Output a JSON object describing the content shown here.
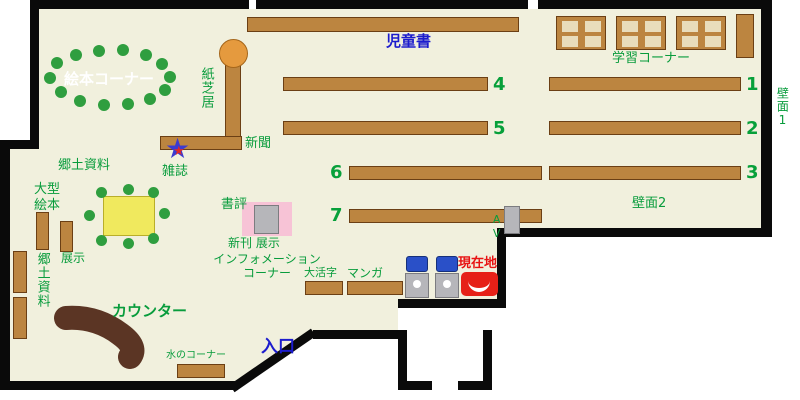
{
  "map": {
    "areas": {
      "children_books": "児童書",
      "study_corner": "学習コーナー",
      "picture_book_corner": "絵本コーナー",
      "kamishibai": "紙芝居",
      "newspaper": "新聞",
      "local_materials_top": "郷土資料",
      "magazines": "雑誌",
      "large_picture_books": "大型\n絵本",
      "exhibit": "展示",
      "local_materials_left": "郷土資料",
      "book_reviews": "書評",
      "new_books_exhibit": "新刊 展示",
      "information_corner": "インフォメーション\nコーナー",
      "large_print": "大活字",
      "manga": "マンガ",
      "you_are_here": "現在地",
      "counter": "カウンター",
      "water_corner": "水のコーナー",
      "entrance": "入口",
      "wall_1": "壁面1",
      "wall_2": "壁面2",
      "av": "AV"
    },
    "shelf_numbers": [
      "1",
      "2",
      "3",
      "4",
      "5",
      "6",
      "7"
    ],
    "icons": {
      "magazine_star": "★"
    },
    "colors": {
      "floor": "#f1f0dd",
      "wall": "#0a0a0a",
      "shelf_wood": "#bc8540",
      "counter_wood": "#5b3524",
      "label_green": "#089c3c",
      "label_blue": "#1c1ccd",
      "label_red": "#e81212",
      "table_yellow": "#f0e95e",
      "display_pink": "#f7c3d6",
      "dot_green": "#2f9e3f",
      "star_blue": "#3b3bd0",
      "star_red": "#e02828",
      "marker_red": "#e62017"
    }
  }
}
